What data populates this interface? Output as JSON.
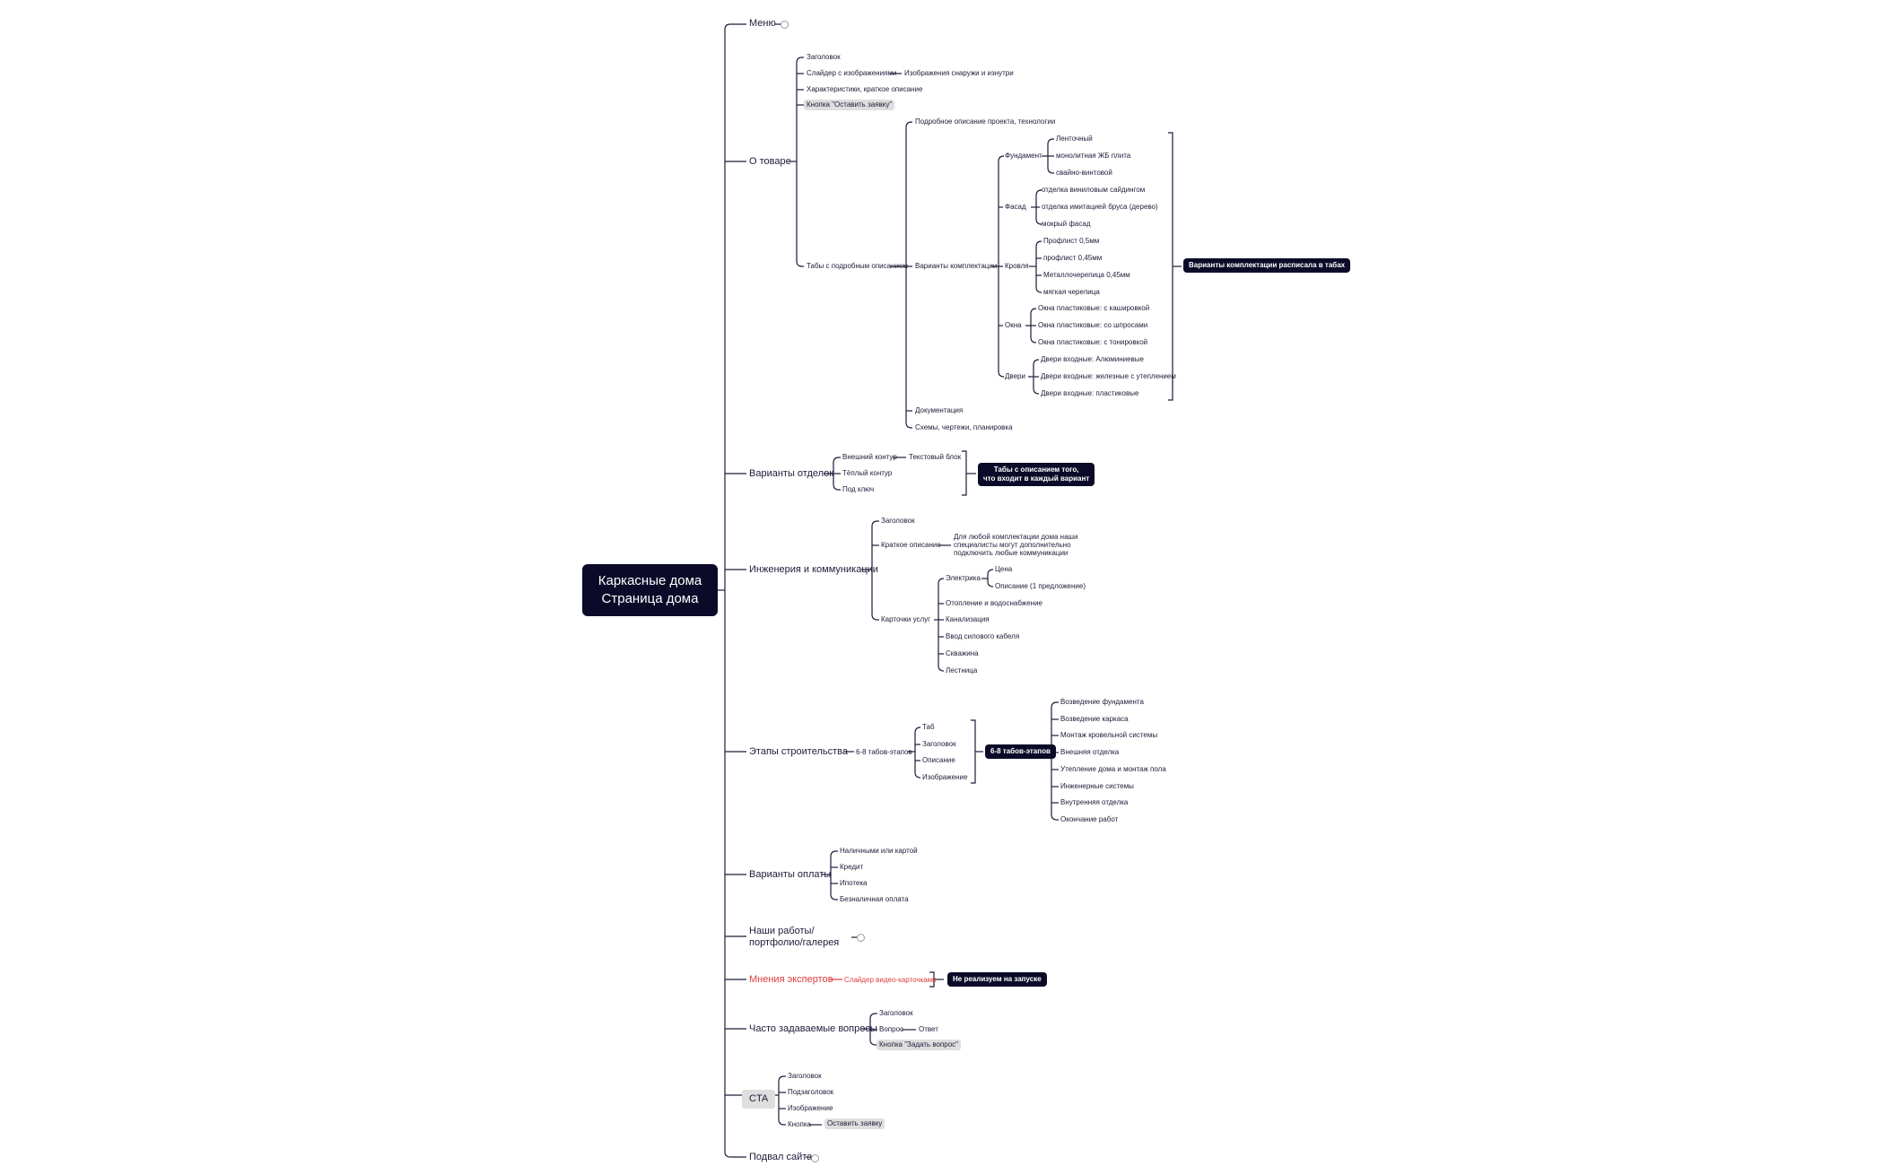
{
  "root": {
    "line1": "Каркасные дома",
    "line2": "Страница дома"
  },
  "menu": {
    "label": "Меню"
  },
  "product": {
    "label": "О товаре",
    "title": "Заголовок",
    "slider": "Слайдер с изображениями",
    "slider_images": "Изображения снаружи и изнутри",
    "specs": "Характеристики, краткое описание",
    "button": "Кнопка \"Оставить заявку\"",
    "tabs": "Табы с подробным описанием",
    "detail_desc": "Подробное описание проекта, технологии",
    "options": "Варианты комплектации",
    "docs": "Документация",
    "schemes": "Схемы, чертежи, планировка",
    "foundation": {
      "label": "Фундамент",
      "items": [
        "Ленточный",
        "монолитная ЖБ плита",
        "свайно-винтовой"
      ]
    },
    "facade": {
      "label": "Фасад",
      "items": [
        "отделка виниловым сайдингом",
        "отделка имитацией бруса (дерево)",
        "мокрый фасад"
      ]
    },
    "roof": {
      "label": "Кровля",
      "items": [
        "Профлист 0,5мм",
        "профлист 0,45мм",
        "Металлочерепица 0,45мм",
        "мягкая черепица"
      ]
    },
    "windows": {
      "label": "Окна",
      "items": [
        "Окна пластиковые: с кашировкой",
        "Окна пластиковые: со шпросами",
        "Окна пластиковые: с тонировкой"
      ]
    },
    "doors": {
      "label": "Двери",
      "items": [
        "Двери входные: Алюминиевые",
        "Двери входные: железные с утеплением",
        "Двери входные: пластиковые"
      ]
    },
    "options_note": "Варианты комплектации расписала в табах"
  },
  "finishes": {
    "label": "Варианты отделок",
    "items": [
      "Внешний контур",
      "Тёплый контур",
      "Под ключ"
    ],
    "text_block": "Текстовый блок",
    "note_line1": "Табы с описанием того,",
    "note_line2": "что входит в каждый вариант"
  },
  "engineering": {
    "label": "Инженерия и коммуникации",
    "title": "Заголовок",
    "short_desc": "Краткое описание",
    "desc_lines": [
      "Для любой комплектации дома наши",
      "специалисты могут дополнительно",
      "подключить любые коммуникации"
    ],
    "cards": "Карточки услуг",
    "electric": "Электрика",
    "price": "Цена",
    "description": "Описание (1 предложение)",
    "services": [
      "Отопление и водоснабжение",
      "Канализация",
      "Ввод силового кабеля",
      "Скважина",
      "Лестница"
    ]
  },
  "stages": {
    "label": "Этапы строительства",
    "tabs_label": "6-8 табов-этапов",
    "tab_items": [
      "Таб",
      "Заголовок",
      "Описание",
      "Изображение"
    ],
    "note": "6-8 табов-этапов",
    "list": [
      "Возведение фундамента",
      "Возведение каркаса",
      "Монтаж кровельной системы",
      "Внешняя отделка",
      "Утепление дома и монтаж пола",
      "Инженерные системы",
      "Внутренняя отделка",
      "Окончание работ"
    ]
  },
  "payment": {
    "label": "Варианты оплаты",
    "items": [
      "Наличными или картой",
      "Кредит",
      "Ипотека",
      "Безналичная оплата"
    ]
  },
  "works": {
    "line1": "Наши работы/",
    "line2": "портфолио/галерея"
  },
  "experts": {
    "label": "Мнения экспертов",
    "slider": "Слайдер видео-карточками",
    "note": "Не реализуем на запуске"
  },
  "faq": {
    "label": "Часто задаваемые вопросы",
    "title": "Заголовок",
    "question": "Вопрос",
    "answer": "Ответ",
    "button": "Кнопка \"Задать вопрос\""
  },
  "cta": {
    "label": "CTA",
    "items": [
      "Заголовок",
      "Подзаголовок",
      "Изображение",
      "Кнопка"
    ],
    "button": "Оставить заявку"
  },
  "footer": {
    "label": "Подвал сайта"
  },
  "colors": {
    "dark": "#0b0b29",
    "line": "#1c1c3a",
    "accent_red": "#e03c3c",
    "pill": "#dedede"
  }
}
